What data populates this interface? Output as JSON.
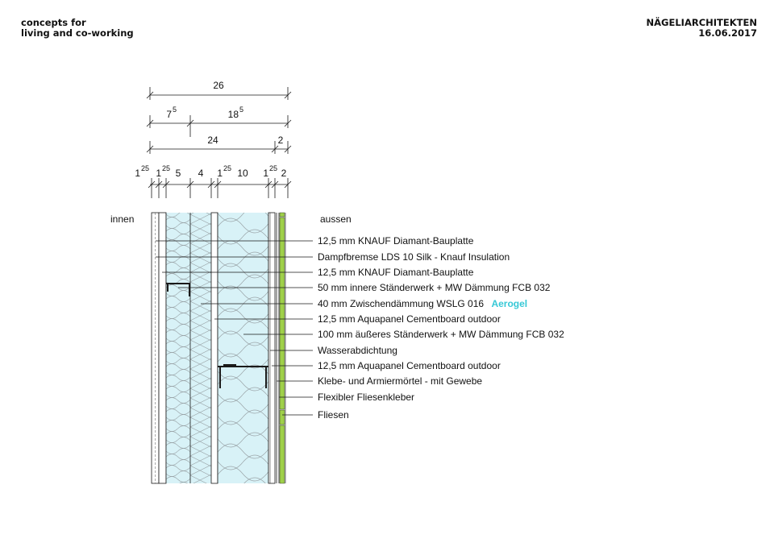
{
  "header": {
    "project_line1": "concepts for",
    "project_line2": "living and co-working",
    "firm": "NÄGELIARCHITEKTEN",
    "date": "16.06.2017"
  },
  "sides": {
    "inside": "innen",
    "outside": "aussen"
  },
  "dimensions": {
    "total": "26",
    "part1_base": "7",
    "part1_sup": "5",
    "part2_base": "18",
    "part2_sup": "5",
    "core": "24",
    "finish": "2",
    "layers": [
      {
        "base": "1",
        "sup": "25"
      },
      {
        "base": "1",
        "sup": "25"
      },
      {
        "base": "5",
        "sup": ""
      },
      {
        "base": "4",
        "sup": ""
      },
      {
        "base": "1",
        "sup": "25"
      },
      {
        "base": "10",
        "sup": ""
      },
      {
        "base": "1",
        "sup": "25"
      },
      {
        "base": "2",
        "sup": ""
      }
    ]
  },
  "layers": [
    {
      "label": "12,5 mm KNAUF Diamant-Bauplatte"
    },
    {
      "label": "Dampfbremse LDS 10 Silk - Knauf Insulation"
    },
    {
      "label": "12,5 mm KNAUF Diamant-Bauplatte"
    },
    {
      "label": "50 mm innere Ständerwerk + MW Dämmung FCB 032"
    },
    {
      "label": "40 mm Zwischendämmung WSLG 016",
      "highlight": "Aerogel"
    },
    {
      "label": "12,5 mm Aquapanel Cementboard outdoor"
    },
    {
      "label": "100 mm äußeres Ständerwerk + MW Dämmung FCB 032"
    },
    {
      "label": "Wasserabdichtung"
    },
    {
      "label": "12,5 mm Aquapanel Cementboard outdoor"
    },
    {
      "label": "Klebe- und Armiermörtel - mit Gewebe"
    },
    {
      "label": "Flexibler Fliesenkleber"
    },
    {
      "label": "Fliesen"
    }
  ],
  "colors": {
    "insulation": "#d8f2f7",
    "aerogel_text": "#36c8d6",
    "tile": "#9fd04a",
    "lines": "#1a1a1a"
  }
}
